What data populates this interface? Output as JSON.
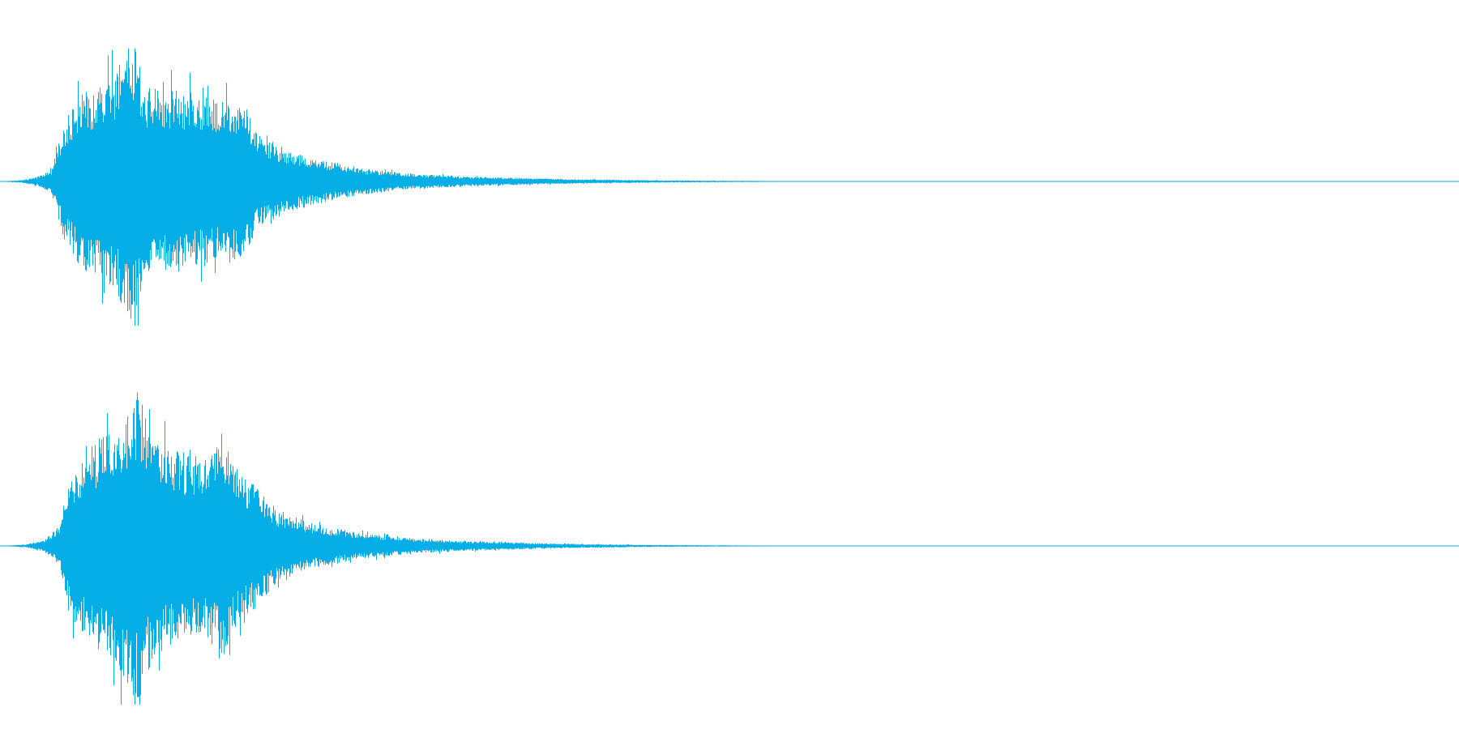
{
  "waveform": {
    "color": "#05aee6",
    "background": "#ffffff",
    "channels": [
      {
        "name": "",
        "envelope": [
          {
            "t": 0.0,
            "a": 0.0
          },
          {
            "t": 0.015,
            "a": 0.01
          },
          {
            "t": 0.025,
            "a": 0.03
          },
          {
            "t": 0.035,
            "a": 0.08
          },
          {
            "t": 0.045,
            "a": 0.45
          },
          {
            "t": 0.055,
            "a": 0.6
          },
          {
            "t": 0.07,
            "a": 0.68
          },
          {
            "t": 0.08,
            "a": 0.8
          },
          {
            "t": 0.09,
            "a": 1.0
          },
          {
            "t": 0.1,
            "a": 0.65
          },
          {
            "t": 0.115,
            "a": 0.65
          },
          {
            "t": 0.13,
            "a": 0.62
          },
          {
            "t": 0.15,
            "a": 0.56
          },
          {
            "t": 0.165,
            "a": 0.6
          },
          {
            "t": 0.175,
            "a": 0.35
          },
          {
            "t": 0.195,
            "a": 0.22
          },
          {
            "t": 0.22,
            "a": 0.15
          },
          {
            "t": 0.25,
            "a": 0.09
          },
          {
            "t": 0.28,
            "a": 0.055
          },
          {
            "t": 0.32,
            "a": 0.035
          },
          {
            "t": 0.38,
            "a": 0.018
          },
          {
            "t": 0.45,
            "a": 0.008
          },
          {
            "t": 0.55,
            "a": 0.002
          },
          {
            "t": 1.0,
            "a": 0.0
          }
        ]
      },
      {
        "name": "",
        "envelope": [
          {
            "t": 0.0,
            "a": 0.0
          },
          {
            "t": 0.018,
            "a": 0.01
          },
          {
            "t": 0.03,
            "a": 0.04
          },
          {
            "t": 0.04,
            "a": 0.12
          },
          {
            "t": 0.048,
            "a": 0.45
          },
          {
            "t": 0.06,
            "a": 0.6
          },
          {
            "t": 0.075,
            "a": 0.75
          },
          {
            "t": 0.085,
            "a": 0.82
          },
          {
            "t": 0.094,
            "a": 1.0
          },
          {
            "t": 0.105,
            "a": 0.7
          },
          {
            "t": 0.12,
            "a": 0.6
          },
          {
            "t": 0.14,
            "a": 0.55
          },
          {
            "t": 0.152,
            "a": 0.72
          },
          {
            "t": 0.165,
            "a": 0.45
          },
          {
            "t": 0.175,
            "a": 0.4
          },
          {
            "t": 0.19,
            "a": 0.22
          },
          {
            "t": 0.215,
            "a": 0.14
          },
          {
            "t": 0.245,
            "a": 0.085
          },
          {
            "t": 0.28,
            "a": 0.05
          },
          {
            "t": 0.32,
            "a": 0.03
          },
          {
            "t": 0.38,
            "a": 0.015
          },
          {
            "t": 0.45,
            "a": 0.006
          },
          {
            "t": 0.54,
            "a": 0.002
          },
          {
            "t": 1.0,
            "a": 0.0
          }
        ]
      }
    ]
  }
}
